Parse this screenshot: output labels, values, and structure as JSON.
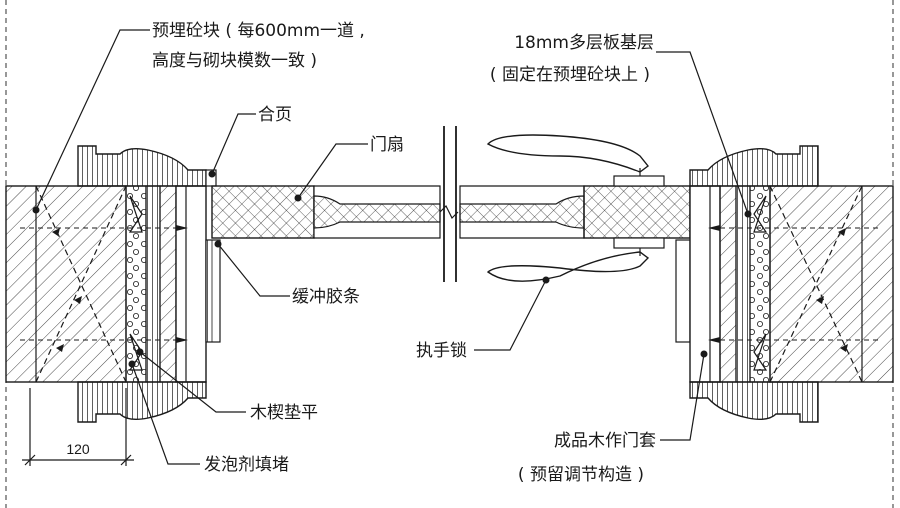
{
  "labels": {
    "block_line1": "预埋砼块 ( 每600mm一道 ,",
    "block_line2": "高度与砌块模数一致 )",
    "hinge": "合页",
    "door_leaf": "门扇",
    "plywood_line1": "18mm多层板基层",
    "plywood_line2": "( 固定在预埋砼块上 )",
    "rubber_strip": "缓冲胶条",
    "lock": "执手锁",
    "wood_wedge": "木楔垫平",
    "foam_fill": "发泡剂填堵",
    "door_casing_line1": "成品木作门套",
    "door_casing_line2": "( 预留调节构造 )",
    "dimension": "120"
  },
  "colors": {
    "ink": "#1a1a1a",
    "background": "#ffffff"
  }
}
